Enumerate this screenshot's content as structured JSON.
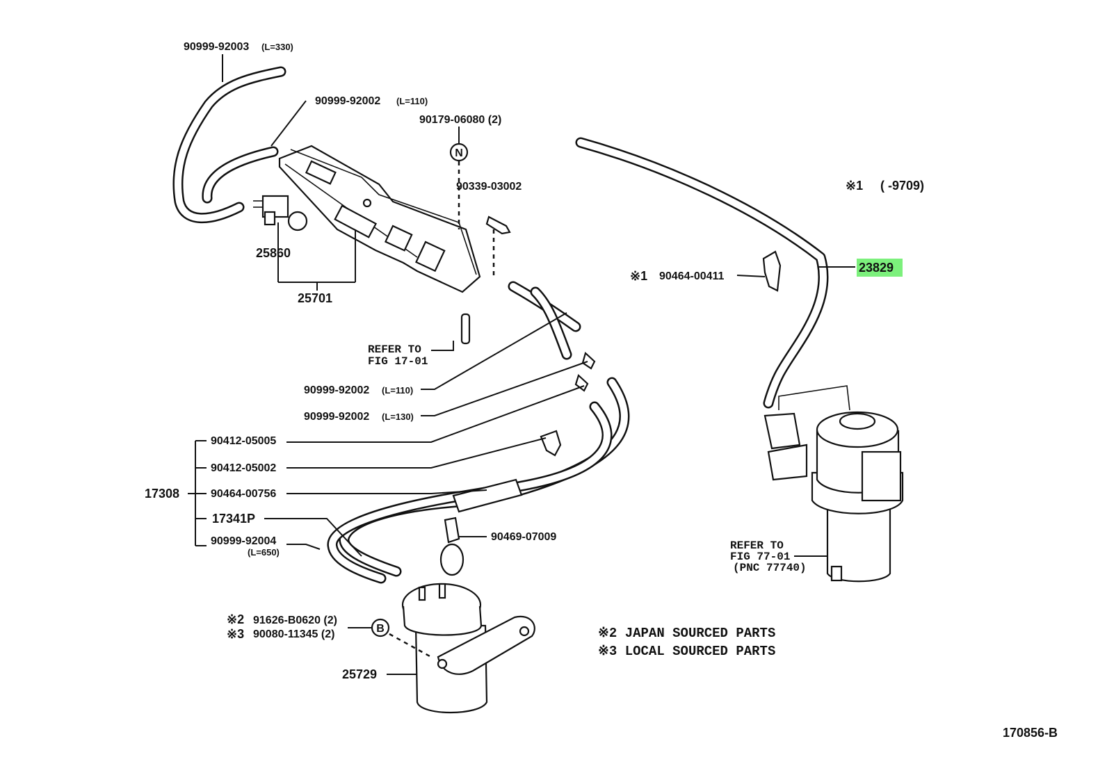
{
  "labels": {
    "hose_top": "90999-92003",
    "hose_top_len": "(L=330)",
    "hose_110_top": "90999-92002",
    "hose_110_top_len": "(L=110)",
    "clip_90179": "90179-06080 (2)",
    "callout_n": "N",
    "plug_90339": "90339-03002",
    "vsv_25860": "25860",
    "bracket_25701": "25701",
    "refer_17_line1": "REFER TO",
    "refer_17_line2": "FIG 17-01",
    "hose_110_mid": "90999-92002",
    "hose_110_mid_len": "(L=110)",
    "hose_130": "90999-92002",
    "hose_130_len": "(L=130)",
    "clamp_05005": "90412-05005",
    "clamp_05002": "90412-05002",
    "clamp_00756": "90464-00756",
    "assy_17308": "17308",
    "hose_17341p": "17341P",
    "hose_650": "90999-92004",
    "hose_650_len": "(L=650)",
    "clamp_07009": "90469-07009",
    "note1_mark": "※1",
    "note1_text": "(       -9709)",
    "clamp_00411_mark": "※1",
    "clamp_00411": "90464-00411",
    "hose_23829": "23829",
    "refer_77_line1": "REFER TO",
    "refer_77_line2": "FIG 77-01",
    "refer_77_line3": "(PNC 77740)",
    "bolt_b0620_mark": "※2",
    "bolt_b0620": "91626-B0620 (2)",
    "bolt_11345_mark": "※3",
    "bolt_11345": "90080-11345 (2)",
    "callout_b": "B",
    "canister_25729": "25729",
    "legend_2": "※2 JAPAN SOURCED PARTS",
    "legend_3": "※3 LOCAL SOURCED PARTS",
    "figure_id": "170856-B"
  },
  "colors": {
    "highlight": "#7cf07c",
    "ink": "#111111",
    "background": "#ffffff"
  }
}
